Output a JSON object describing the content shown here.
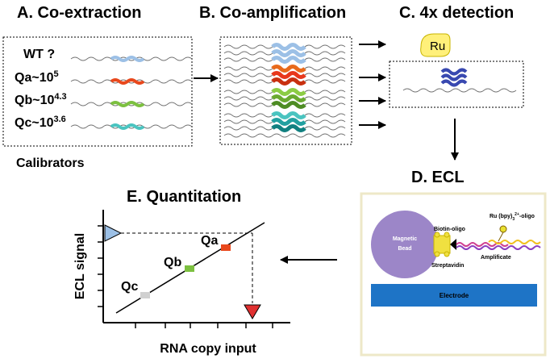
{
  "headings": {
    "extraction": "A.  Co-extraction",
    "amplification": "B.  Co-amplification",
    "detection": "C.  4x detection",
    "ecl": "D.  ECL",
    "quantitation": "E.  Quantitation"
  },
  "extraction": {
    "wt": "WT ?",
    "qa": {
      "base": "Qa~10",
      "exp": "5"
    },
    "qb": {
      "base": "Qb~10",
      "exp": "4.3"
    },
    "qc": {
      "base": "Qc~10",
      "exp": "3.6"
    },
    "calibrators": "Calibrators"
  },
  "detection": {
    "ru": "Ru"
  },
  "ecl": {
    "magnetic": "Magnetic",
    "bead": "Bead",
    "biotin_oligo": "Biotin-oligo",
    "ru_complex": {
      "prefix": "Ru (bpy)",
      "sub": "3",
      "sup": "2+",
      "suffix": "-oligo"
    },
    "streptavidin": "Streptavidin",
    "amplificate": "Amplificate",
    "electrode": "Electrode"
  },
  "quantitation": {
    "qa": "Qa",
    "qb": "Qb",
    "qc": "Qc",
    "ylabel": "ECL signal",
    "xlabel": "RNA copy input"
  },
  "colors": {
    "wt": "#9cc0e6",
    "qa": "#e8481c",
    "qb": "#7cc040",
    "qc": "#4ac4c0",
    "probe": "#3848b0",
    "bead": "#9c86c8",
    "electrode": "#1e74c6",
    "ru_tag": "#fff07a"
  }
}
